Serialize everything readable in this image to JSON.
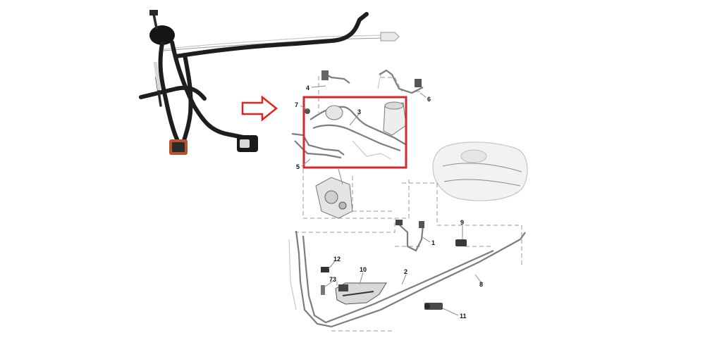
{
  "callouts": {
    "c1": "1",
    "c2": "2",
    "c3": "3",
    "c4": "4",
    "c5": "5",
    "c6": "6",
    "c7": "7",
    "c8": "8",
    "c9": "9",
    "c10": "10",
    "c11": "11",
    "c12": "12",
    "c73": "73"
  },
  "colors": {
    "arrow": "#e0241d",
    "highlight_box": "#d42a2f",
    "hose": "#1e1e1e",
    "connector": "#b5542d"
  }
}
